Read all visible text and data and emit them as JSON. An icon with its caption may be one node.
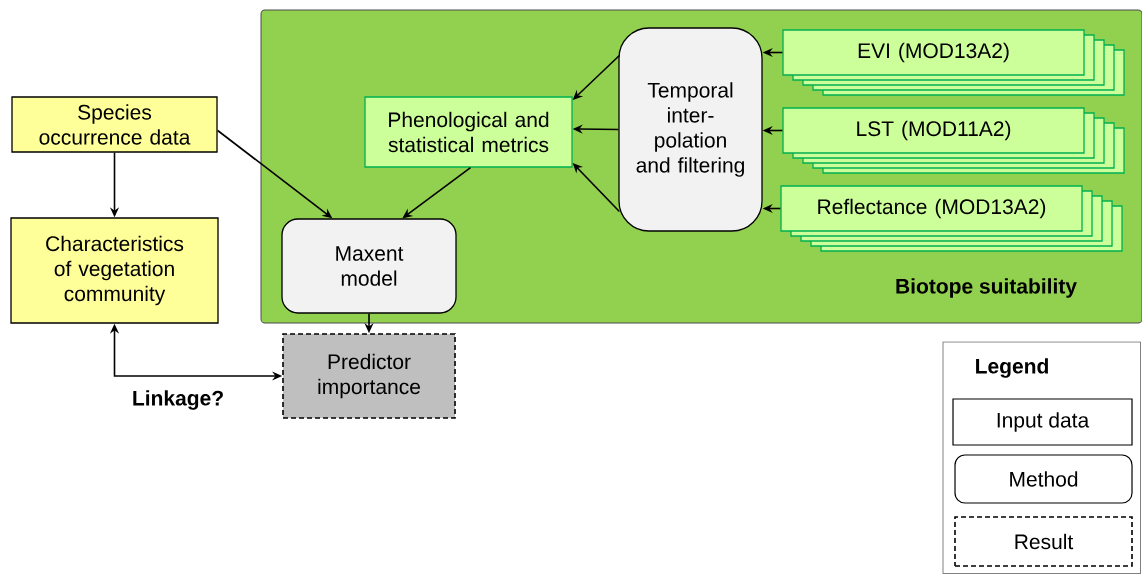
{
  "diagram": {
    "nodes": [
      {
        "text": [
          "Biotope suitability"
        ]
      },
      {
        "text": [
          "Species occurrence data"
        ]
      },
      {
        "text": [
          "Characteristics of vegetation community"
        ]
      },
      {
        "text": [
          "Phenological and statistical metrics"
        ],
        "in": 0
      },
      {
        "text": [
          "Maxent model"
        ],
        "in": 0
      },
      {
        "text": [
          "Temporal inter-polation and filtering"
        ],
        "in": 0
      },
      {
        "text": [
          "EVI (MOD13A2)"
        ],
        "in": 0
      },
      {
        "text": [
          "LST (MOD11A2)"
        ],
        "in": 0
      },
      {
        "text": [
          "Reflectance (MOD13A2)"
        ],
        "in": 0
      },
      {
        "text": [
          "Predictor importance"
        ]
      }
    ],
    "edges": [
      {
        "from": 1,
        "to": 2,
        "arrow": "to"
      },
      {
        "from": 1,
        "to": 4,
        "arrow": "to"
      },
      {
        "from": 3,
        "to": 4,
        "arrow": "to"
      },
      {
        "from": 4,
        "to": 9,
        "arrow": "to"
      },
      {
        "from": 2,
        "to": 9,
        "arrow": "both",
        "label": "Linkage?"
      },
      {
        "from": 5,
        "to": 3,
        "arrow": "to"
      },
      {
        "from": 5,
        "to": 3,
        "arrow": "to"
      },
      {
        "from": 5,
        "to": 3,
        "arrow": "to"
      },
      {
        "from": 6,
        "to": 5,
        "arrow": "to"
      },
      {
        "from": 7,
        "to": 5,
        "arrow": "to"
      },
      {
        "from": 8,
        "to": 5,
        "arrow": "to"
      }
    ],
    "labels": [
      "Legend"
    ],
    "legend": [
      {
        "text": "Input data"
      },
      {
        "text": "Method"
      },
      {
        "text": "Result"
      }
    ]
  }
}
